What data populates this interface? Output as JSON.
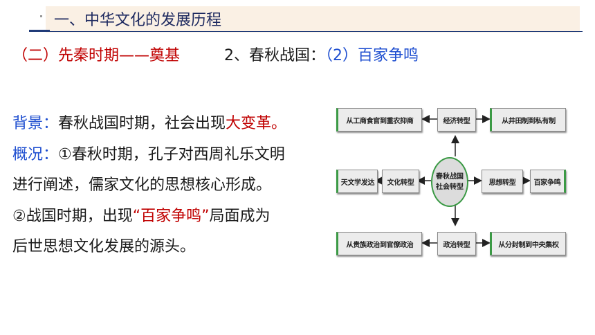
{
  "header": {
    "title": "一、中华文化的发展历程"
  },
  "subheading": {
    "left": "（二）先秦时期——奠基",
    "right_prefix": "2、春秋战国：",
    "right_highlight": "（2）百家争鸣"
  },
  "body": {
    "line1_label": "背景：",
    "line1_text": "春秋战国时期，社会出现",
    "line1_red": "大变革。",
    "line2_label": "概况：",
    "line2_text": "①春秋时期，孔子对西周礼乐文明",
    "line3_text": "进行阐述，儒家文化的思想核心形成。",
    "line4_text_a": " ②战国时期，出现",
    "line4_red": "“百家争鸣”",
    "line4_text_b": "局面成为",
    "line5_text": "后世思想文化发展的源头。"
  },
  "diagram": {
    "center_line1": "春秋战国",
    "center_line2": "社会转型",
    "economy": "经济转型",
    "economy_left": "从工商食官到重农抑商",
    "economy_right": "从井田制到私有制",
    "culture": "文化转型",
    "culture_left": "天文学发达",
    "thought": "思想转型",
    "thought_right": "百家争鸣",
    "politics": "政治转型",
    "politics_left": "从贵族政治到官僚政治",
    "politics_right": "从分封制到中央集权"
  },
  "colors": {
    "title_bg": "#faf0e4",
    "title_text": "#1e2a60",
    "red": "#c00000",
    "blue": "#1f4fd0",
    "green": "#3b9a45"
  }
}
